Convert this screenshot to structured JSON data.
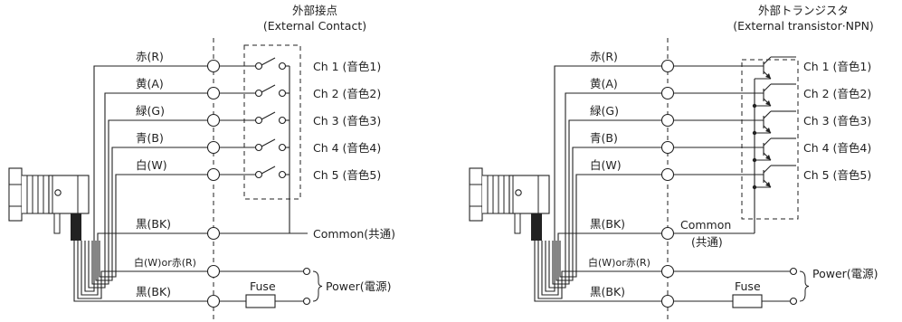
{
  "left": {
    "title": "外部接点",
    "subtitle": "(External Contact)",
    "wire_labels": [
      "赤(R)",
      "黄(A)",
      "緑(G)",
      "青(B)",
      "白(W)",
      "黒(BK)",
      "白(W)or赤(R)",
      "黒(BK)"
    ],
    "channels": [
      "Ch 1 (音色1)",
      "Ch 2 (音色2)",
      "Ch 3 (音色3)",
      "Ch 4 (音色4)",
      "Ch 5 (音色5)"
    ],
    "common": "Common(共通)",
    "fuse": "Fuse",
    "power": "Power(電源)"
  },
  "right": {
    "title": "外部トランジスタ",
    "subtitle": "(External transistor·NPN)",
    "wire_labels": [
      "赤(R)",
      "黄(A)",
      "緑(G)",
      "青(B)",
      "白(W)",
      "黒(BK)",
      "白(W)or赤(R)",
      "黒(BK)"
    ],
    "channels": [
      "Ch 1 (音色1)",
      "Ch 2 (音色2)",
      "Ch 3 (音色3)",
      "Ch 4 (音色4)",
      "Ch 5 (音色5)"
    ],
    "common_line1": "Common",
    "common_line2": "(共通)",
    "fuse": "Fuse",
    "power": "Power(電源)"
  }
}
